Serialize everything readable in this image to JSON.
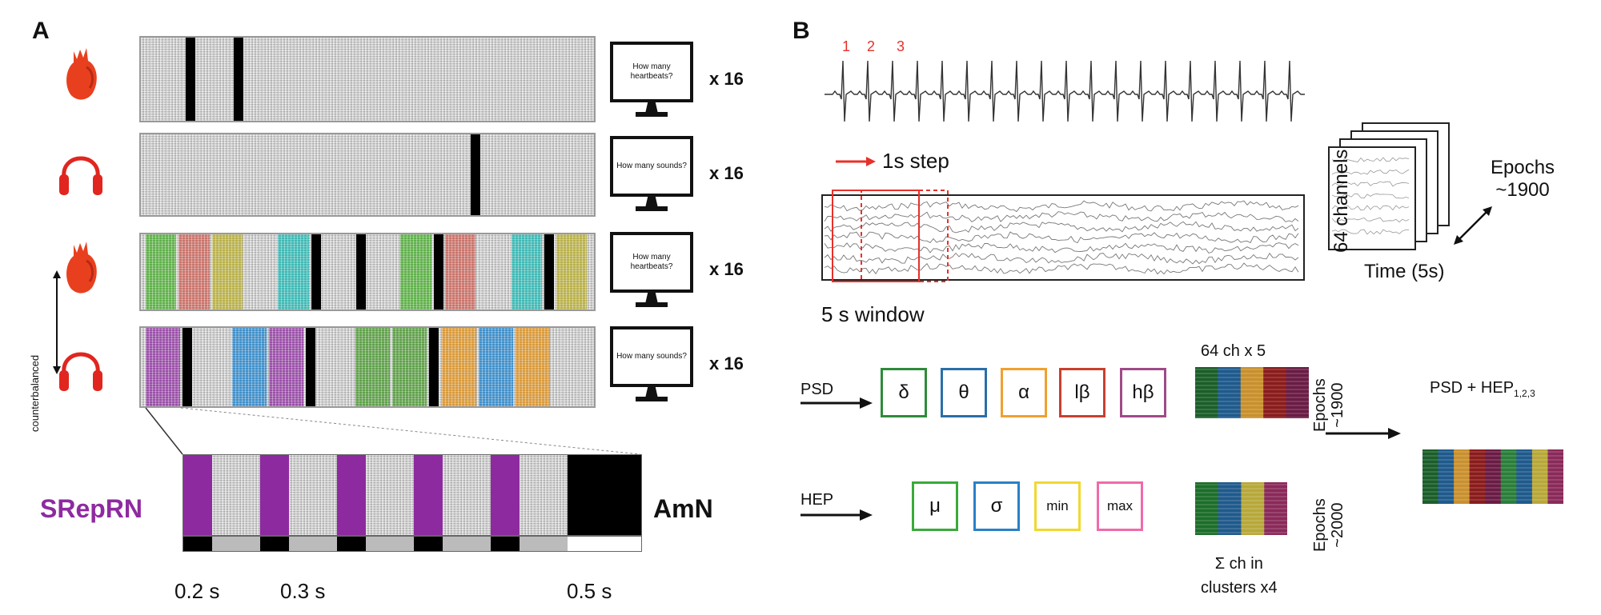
{
  "panel_a": {
    "letter": "A",
    "trials": [
      {
        "modality": "heartbeat",
        "question": "How many heartbeats?",
        "repeat": "x 16"
      },
      {
        "modality": "sound",
        "question": "How many sounds?",
        "repeat": "x 16"
      },
      {
        "modality": "heartbeat",
        "question": "How many heartbeats?",
        "repeat": "x 16"
      },
      {
        "modality": "sound",
        "question": "How many sounds?",
        "repeat": "x 16"
      }
    ],
    "counterbalanced": "counterbalanced",
    "row3_sequence": [
      "#5fb04a",
      "#c9736a",
      "#b9b04a",
      "#cfcfcf",
      "#3fb9b4",
      "#000000",
      "#cfcfcf",
      "#000000",
      "#cfcfcf",
      "#5fb04a",
      "#000000",
      "#c9736a",
      "#cfcfcf",
      "#3fb9b4",
      "#000000",
      "#b9b04a"
    ],
    "row4_sequence": [
      "#9a4fa8",
      "#000000",
      "#cfcfcf",
      "#3f8fca",
      "#9a4fa8",
      "#000000",
      "#cfcfcf",
      "#5fa04a",
      "#5fa04a",
      "#000000",
      "#d9993a",
      "#3f8fca",
      "#d9993a",
      "#cfcfcf"
    ],
    "srep_label": "SRepRN",
    "amn_label": "AmN",
    "durations": [
      "0.2 s",
      "0.3 s",
      "0.5 s"
    ],
    "colors": {
      "srep": "#8e2aa0",
      "heart": "#e8401f",
      "headphones": "#e0261f"
    }
  },
  "panel_b": {
    "letter": "B",
    "beat_numbers": [
      "1",
      "2",
      "3"
    ],
    "step_label": "1s step",
    "window_label": "5 s window",
    "channels_label": "64 channels",
    "time_label": "Time (5s)",
    "epochs_label": "Epochs",
    "epochs_count": "~1900",
    "psd_label": "PSD",
    "hep_label": "HEP",
    "psd_bands": [
      {
        "symbol": "δ",
        "color": "#2e8b3a"
      },
      {
        "symbol": "θ",
        "color": "#2a6fa8"
      },
      {
        "symbol": "α",
        "color": "#f0a030"
      },
      {
        "symbol": "lβ",
        "color": "#c8402e"
      },
      {
        "symbol": "hβ",
        "color": "#a04a88"
      }
    ],
    "hep_features": [
      {
        "symbol": "μ",
        "color": "#3aaa3a"
      },
      {
        "symbol": "σ",
        "color": "#2a80c8"
      },
      {
        "symbol": "min",
        "color": "#f0d830"
      },
      {
        "symbol": "max",
        "color": "#f06aaa"
      }
    ],
    "psd_matrix_label": "64 ch x 5",
    "psd_epochs": {
      "label": "Epochs",
      "count": "~1900"
    },
    "hep_epochs": {
      "label": "Epochs",
      "count": "~2000"
    },
    "hep_matrix_label_1": "Σ ch in",
    "hep_matrix_label_2": "clusters x4",
    "combined_label": "PSD + HEP",
    "combined_subscript": "1,2,3",
    "psd_matrix_colors": [
      "#1c5e2a",
      "#1f5a8c",
      "#c8902e",
      "#8a1c1c",
      "#6a1c44"
    ],
    "hep_matrix_colors": [
      "#1c6e2a",
      "#1f5a8c",
      "#b8a83a",
      "#8a2a5a"
    ],
    "combined_colors": [
      "#1c5e2a",
      "#1f5a8c",
      "#c8902e",
      "#8a1c1c",
      "#6a1c44",
      "#2a7e3a",
      "#1f5a8c",
      "#b8a83a",
      "#8a2a5a"
    ],
    "accent_red": "#e8302a"
  }
}
